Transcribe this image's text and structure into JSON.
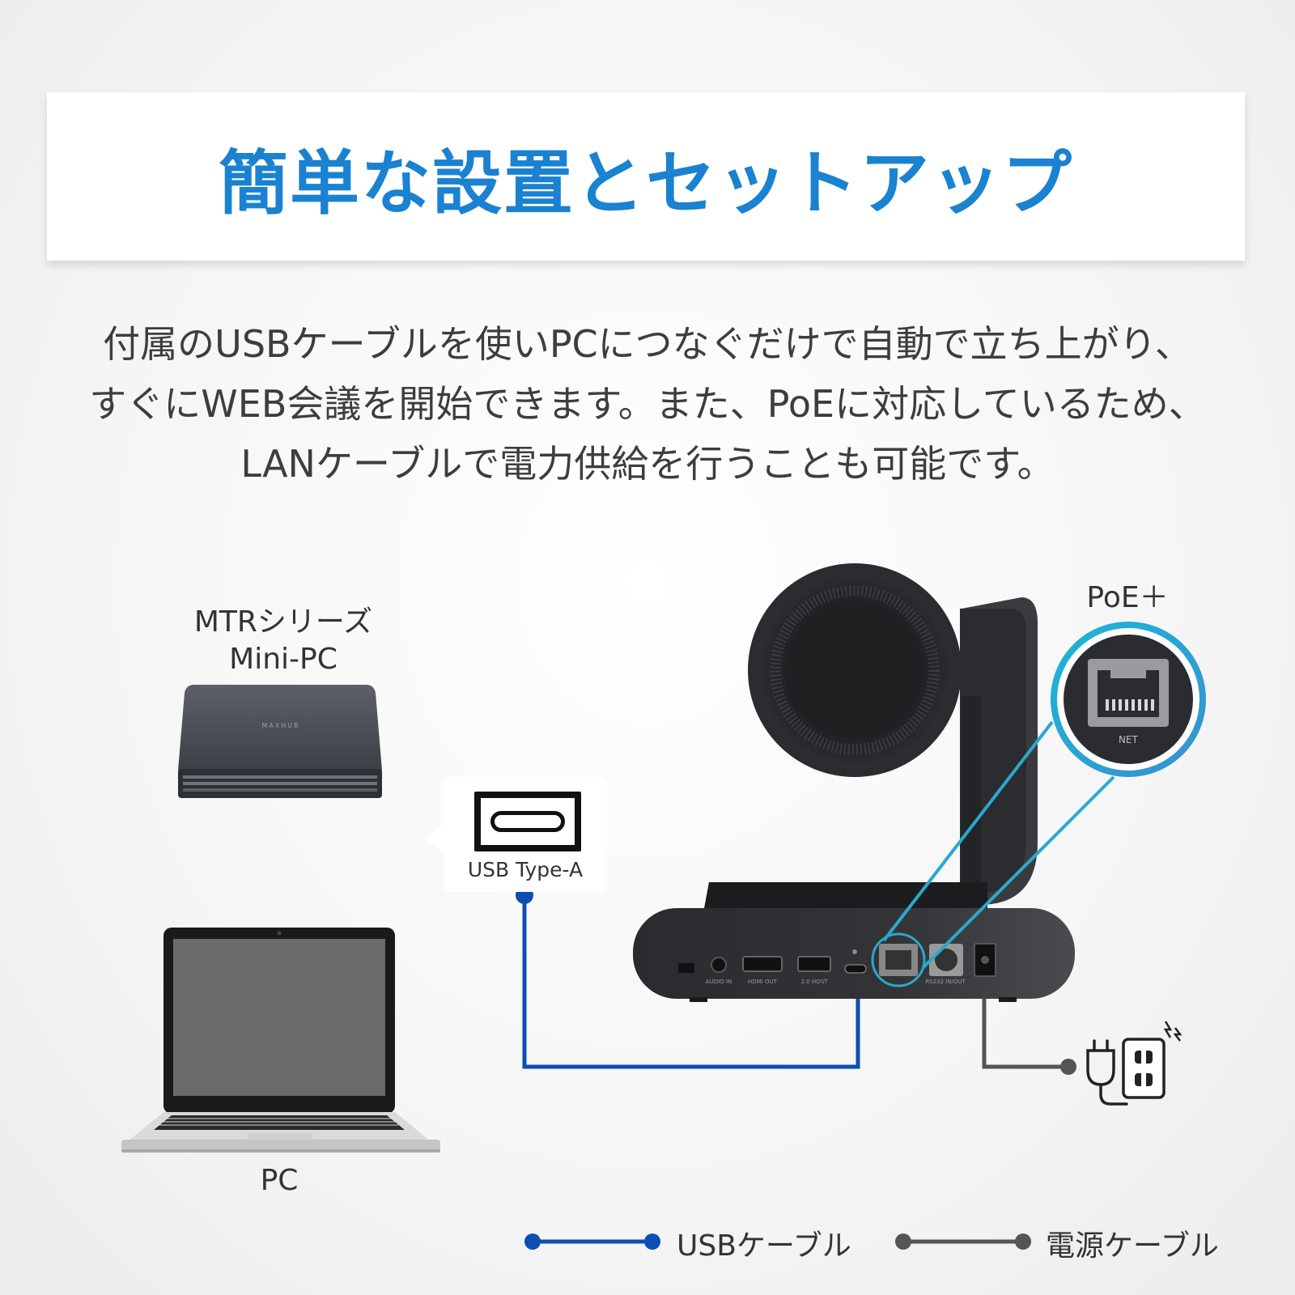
{
  "title": "簡単な設置とセットアップ",
  "description": [
    "付属のUSBケーブルを使いPCにつなぐだけで自動で立ち上がり、",
    "すぐにWEB会議を開始できます。また、PoEに対応しているため、",
    "LANケーブルで電力供給を行うことも可能です。"
  ],
  "devices": {
    "mini_pc_label": [
      "MTRシリーズ",
      "Mini-PC"
    ],
    "mini_pc_brand": "MAXHUB",
    "pc_label": "PC",
    "usb_callout": "USB Type-A",
    "poe_label": "PoE＋",
    "net_label": "NET"
  },
  "camera_ports": [
    "AUDIO IN",
    "HDMI OUT",
    "2.0 HOST",
    "RS232 IN/OUT"
  ],
  "legend": {
    "usb": "USBケーブル",
    "power": "電源ケーブル"
  },
  "colors": {
    "title": "#1a82d0",
    "usb_cable": "#0b4fb3",
    "power_cable": "#555555",
    "poe_ring": "#2aa8cf"
  }
}
